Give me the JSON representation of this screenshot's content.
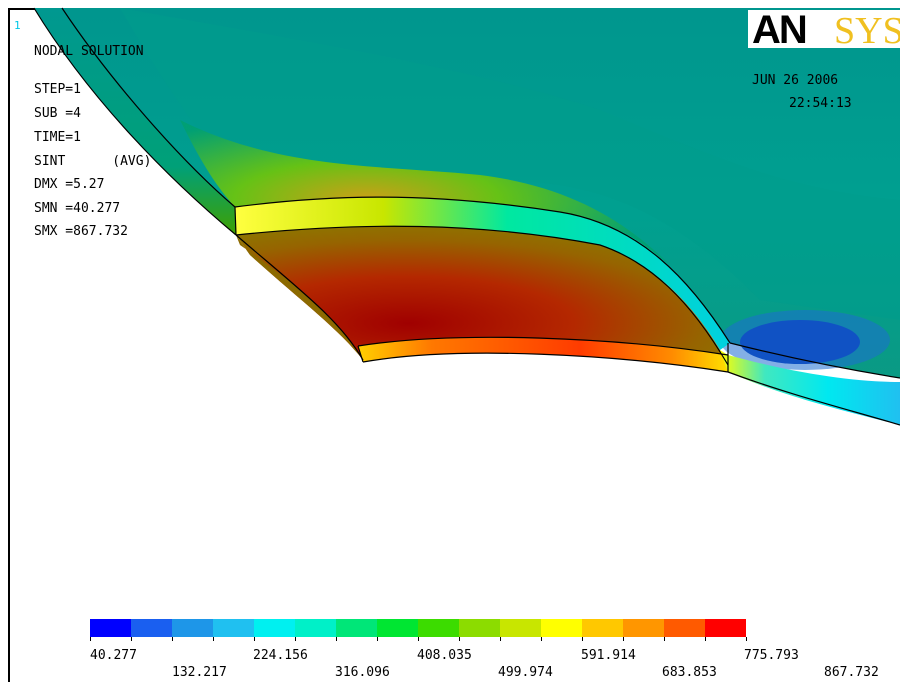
{
  "window_number": "1",
  "logo": {
    "bold_part": "AN",
    "color_part": "SYS"
  },
  "date": "JUN 26 2006",
  "time": "22:54:13",
  "solution_info": [
    "NODAL SOLUTION",
    "STEP=1",
    "SUB =4",
    "TIME=1",
    "SINT      (AVG)",
    "DMX =5.27",
    "SMN =40.277",
    "SMX =867.732"
  ],
  "legend": {
    "colors": [
      "#0000ff",
      "#1a5ff0",
      "#1e96e8",
      "#20c0f0",
      "#00f0f0",
      "#00f0c8",
      "#00e678",
      "#00e632",
      "#3cdc00",
      "#8cdc00",
      "#c8e600",
      "#ffff00",
      "#ffc800",
      "#ff9600",
      "#ff5a00",
      "#ff0000"
    ],
    "labels_top": [
      "40.277",
      "224.156",
      "408.035",
      "591.914",
      "775.793"
    ],
    "labels_bottom": [
      "132.217",
      "316.096",
      "499.974",
      "683.853",
      "867.732"
    ]
  }
}
